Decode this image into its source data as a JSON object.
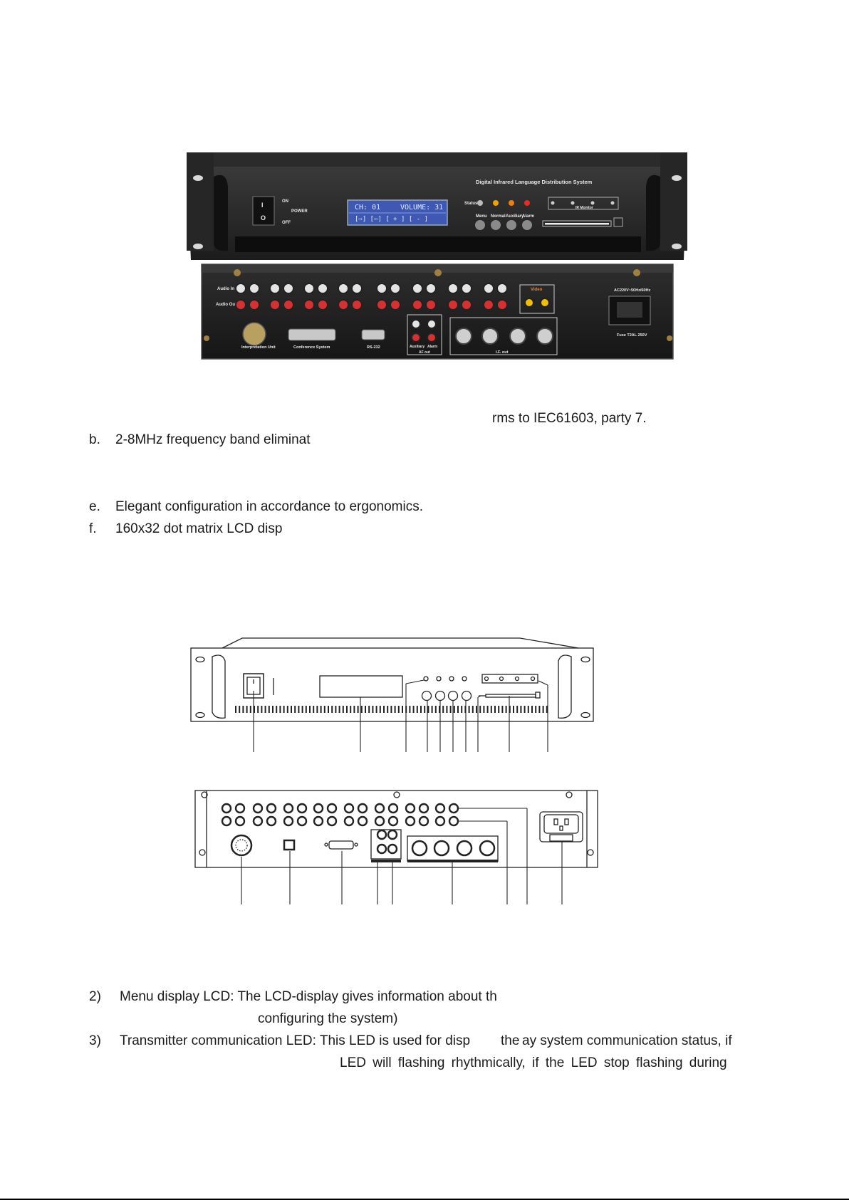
{
  "photo": {
    "front_title": "Digital Infrared Language Distribution System",
    "power_on": "ON",
    "power_label": "POWER",
    "power_off": "OFF",
    "power_symbol_on": "I",
    "power_symbol_off": "O",
    "lcd_line1_left": "CH: 01",
    "lcd_line1_right": "VOLUME: 31",
    "lcd_line2": "[⇨]   [⇦]   [ + ]   [ - ]",
    "status_label": "Status",
    "btn_labels": [
      "Menu",
      "Normal",
      "Auxiliary",
      "Alarm"
    ],
    "ir_monitor": "IR Monitor",
    "rear_audio_in": "Audio In",
    "rear_audio_out": "Audio Out",
    "rear_video": "Video",
    "rear_ac": "AC220V~50Hz/60Hz",
    "rear_fuse": "Fuse T2AL 250V",
    "rear_connectors": [
      "Interpretation Unit",
      "Conference System",
      "RS-232"
    ],
    "rear_af_out": "AF out",
    "rear_aux": "Auxiliary",
    "rear_alarm": "Alarm",
    "rear_if_out": "I.F. out"
  },
  "text": {
    "line_a": "rms to IEC61603, party 7.",
    "line_b_marker": "b.",
    "line_b": "2-8MHz frequency band eliminat",
    "line_e_marker": "e.",
    "line_e": "Elegant configuration in accordance to ergonomics.",
    "line_f_marker": "f.",
    "line_f": "160x32 dot matrix LCD disp",
    "item2_marker": "2)",
    "item2": "Menu display LCD: The LCD-display gives information about th",
    "item2_cont": "configuring the system)",
    "item3_marker": "3)",
    "item3_start": "Transmitter communication LED: This LED is used for disp",
    "item3_overlap": "the",
    "item3_end": "ay system communication status, if",
    "item3_cont": "LED  will  flashing  rhythmically,  if  the  LED  stop  flashing  during"
  }
}
